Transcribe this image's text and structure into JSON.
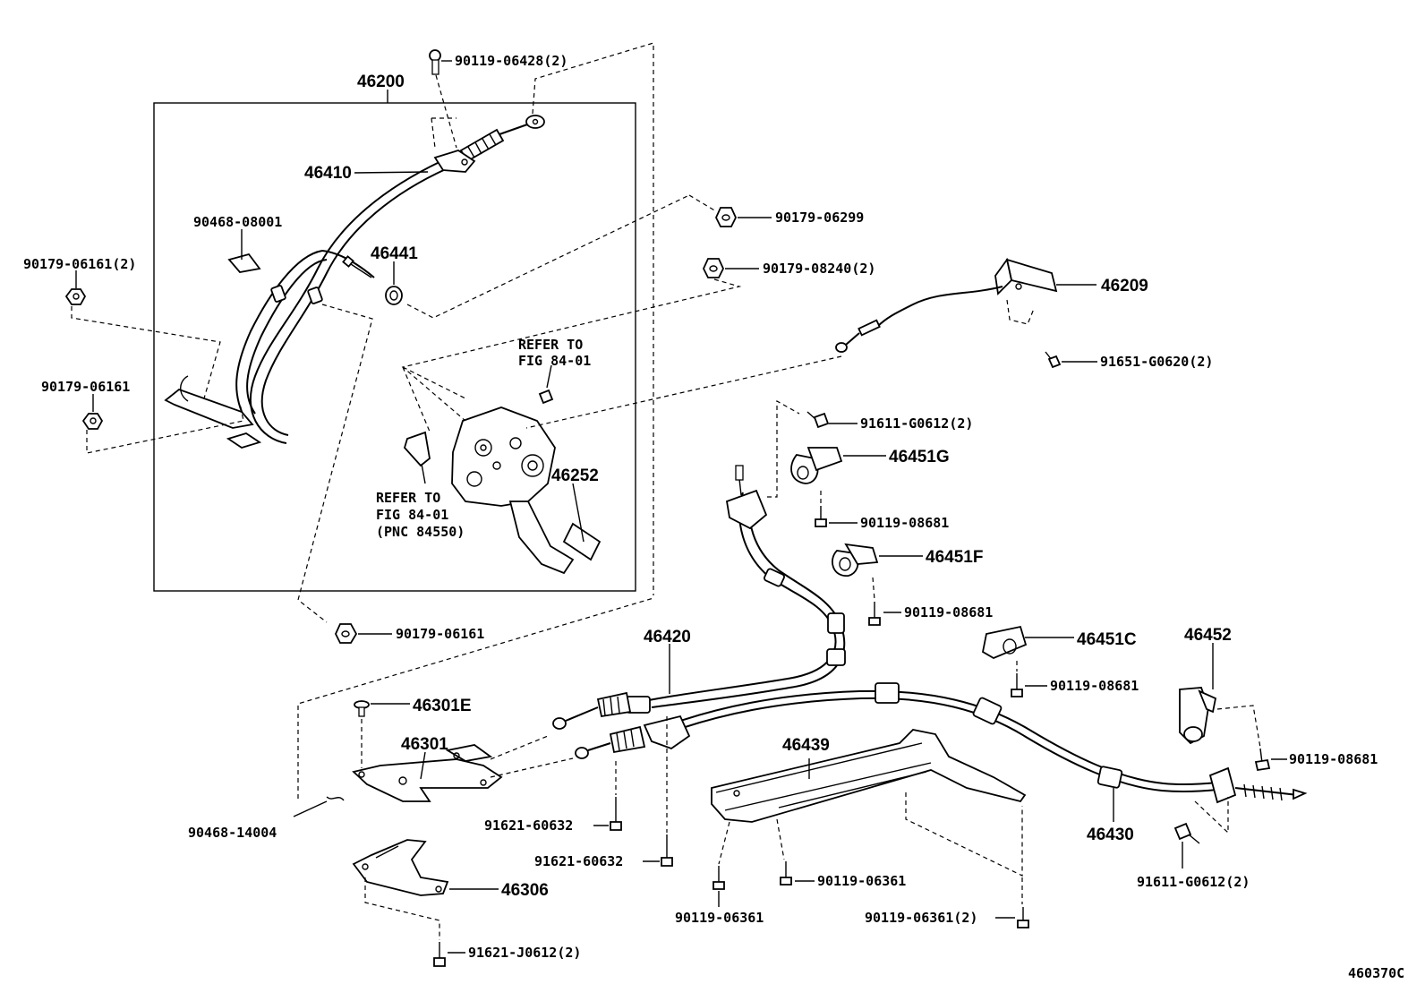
{
  "labels": {
    "p46200": "46200",
    "p46410": "46410",
    "p90119_06428": "90119-06428(2)",
    "p90468_08001": "90468-08001",
    "p46441": "46441",
    "p90179_06161_2": "90179-06161(2)",
    "p90179_06161_a": "90179-06161",
    "p90179_06161_b": "90179-06161",
    "p90179_06299": "90179-06299",
    "p90179_08240": "90179-08240(2)",
    "p46209": "46209",
    "p91651": "91651-G0620(2)",
    "p91611_top": "91611-G0612(2)",
    "p46451g": "46451G",
    "p90119_08681_a": "90119-08681",
    "p46451f": "46451F",
    "p90119_08681_b": "90119-08681",
    "p46451c": "46451C",
    "p90119_08681_c": "90119-08681",
    "p46452": "46452",
    "p90119_08681_d": "90119-08681",
    "p46252": "46252",
    "p46420": "46420",
    "p46301e": "46301E",
    "p46301": "46301",
    "p90468_14004": "90468-14004",
    "p91621_60632_a": "91621-60632",
    "p91621_60632_b": "91621-60632",
    "p46439": "46439",
    "p90119_06361_a": "90119-06361",
    "p90119_06361_b": "90119-06361",
    "p90119_06361_2": "90119-06361(2)",
    "p46430": "46430",
    "p91611_bottom": "91611-G0612(2)",
    "p46306": "46306",
    "p91621_j0612": "91621-J0612(2)",
    "figure_code": "460370C"
  },
  "refer1": [
    "REFER TO",
    "FIG 84-01"
  ],
  "refer2": [
    "REFER TO",
    "FIG 84-01",
    "(PNC 84550)"
  ]
}
